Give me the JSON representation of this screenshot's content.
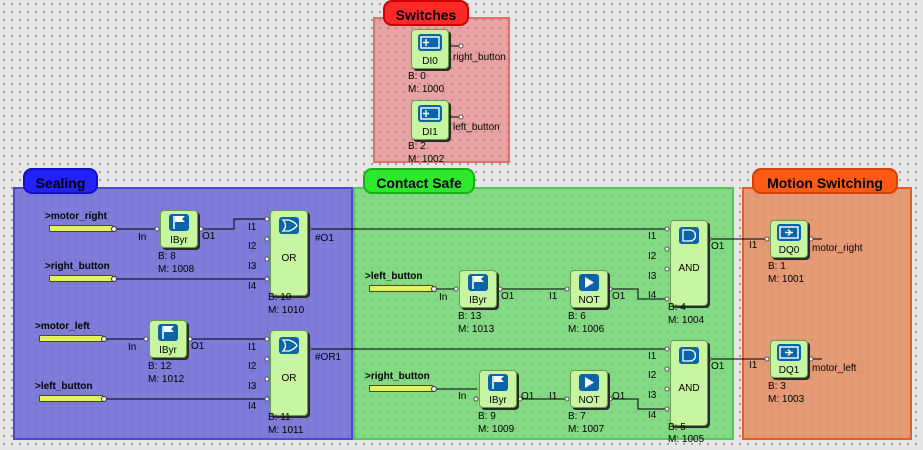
{
  "groups": {
    "switches": "Switches",
    "sealing": "Sealing",
    "contact_safe": "Contact Safe",
    "motion_switching": "Motion Switching"
  },
  "colors": {
    "switches_fill": "#e87676",
    "sealing_fill": "#6a6ad6",
    "contact_safe_fill": "#6cd66c",
    "motion_switching_fill": "#e48c62",
    "block_fill": "#c8f5a0",
    "icon_fill": "#0b63a8",
    "input_bar": "#e2f45a"
  },
  "blocks": {
    "di0": {
      "label": "DI0",
      "b": "B: 0",
      "m": "M: 1000",
      "out": "right_button",
      "icon": "digital-input-icon"
    },
    "di1": {
      "label": "DI1",
      "b": "B: 2",
      "m": "M: 1002",
      "out": "left_button",
      "icon": "digital-input-icon"
    },
    "ibyr8": {
      "label": "IByr",
      "b": "B: 8",
      "m": "M: 1008",
      "in": "In",
      "out": "O1",
      "icon": "flag-b-icon"
    },
    "ibyr12": {
      "label": "IByr",
      "b": "B: 12",
      "m": "M: 1012",
      "in": "In",
      "out": "O1",
      "icon": "flag-b-icon"
    },
    "or10": {
      "label": "OR",
      "b": "B: 10",
      "m": "M: 1010",
      "inputs": [
        "I1",
        "I2",
        "I3",
        "I4"
      ],
      "out": "#O1",
      "icon": "or-gate-icon"
    },
    "or11": {
      "label": "OR",
      "b": "B: 11",
      "m": "M: 1011",
      "inputs": [
        "I1",
        "I2",
        "I3",
        "I4"
      ],
      "out": "#OR1",
      "icon": "or-gate-icon"
    },
    "ibyr13": {
      "label": "IByr",
      "b": "B: 13",
      "m": "M: 1013",
      "in": "In",
      "out": "O1",
      "icon": "flag-b-icon"
    },
    "not6": {
      "label": "NOT",
      "b": "B: 6",
      "m": "M: 1006",
      "in": "I1",
      "out": "O1",
      "icon": "not-gate-icon"
    },
    "ibyr9": {
      "label": "IByr",
      "b": "B: 9",
      "m": "M: 1009",
      "in": "In",
      "out": "O1",
      "icon": "flag-b-icon"
    },
    "not7": {
      "label": "NOT",
      "b": "B: 7",
      "m": "M: 1007",
      "in": "I1",
      "out": "O1",
      "icon": "not-gate-icon"
    },
    "and4": {
      "label": "AND",
      "b": "B: 4",
      "m": "M: 1004",
      "inputs": [
        "I1",
        "I2",
        "I3",
        "I4"
      ],
      "out": "O1",
      "icon": "and-gate-icon"
    },
    "and5": {
      "label": "AND",
      "b": "B: 5",
      "m": "M: 1005",
      "inputs": [
        "I1",
        "I2",
        "I3",
        "I4"
      ],
      "out": "O1",
      "icon": "and-gate-icon"
    },
    "dq0": {
      "label": "DQ0",
      "b": "B: 1",
      "m": "M: 1001",
      "in": "I1",
      "out": "motor_right",
      "icon": "digital-output-icon"
    },
    "dq1": {
      "label": "DQ1",
      "b": "B: 3",
      "m": "M: 1003",
      "in": "I1",
      "out": "motor_left",
      "icon": "digital-output-icon"
    }
  },
  "inputs": {
    "motor_right": ">motor_right",
    "right_button_seal": ">right_button",
    "motor_left": ">motor_left",
    "left_button_seal": ">left_button",
    "left_button_cs": ">left_button",
    "right_button_cs": ">right_button"
  }
}
